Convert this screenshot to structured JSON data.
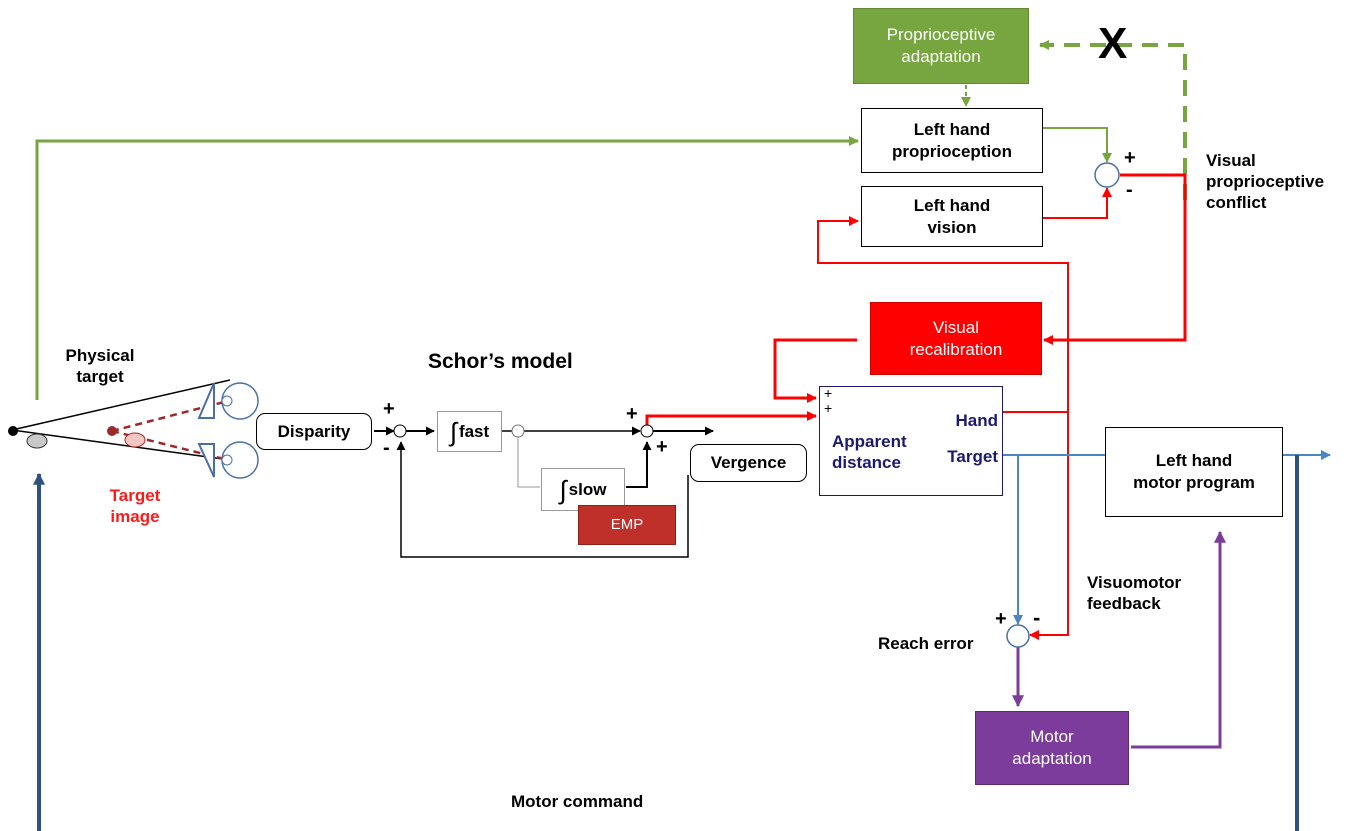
{
  "labels": {
    "physical_target": "Physical\ntarget",
    "target_image": "Target\nimage",
    "schor_model": "Schor’s model",
    "visual_proprioceptive_conflict": "Visual\nproprioceptive\nconflict",
    "visuomotor_feedback": "Visuomotor\nfeedback",
    "reach_error": "Reach error",
    "motor_command": "Motor command",
    "x_mark": "X",
    "plus": "+",
    "minus": "-"
  },
  "boxes": {
    "proprioceptive_adaptation": "Proprioceptive\nadaptation",
    "left_hand_proprioception": "Left hand\nproprioception",
    "left_hand_vision": "Left hand\nvision",
    "visual_recalibration": "Visual\nrecalibration",
    "disparity": "Disparity",
    "fast": "fast",
    "slow": "slow",
    "emp": "EMP",
    "vergence": "Vergence",
    "apparent_distance": "Apparent\ndistance",
    "hand": "Hand",
    "target": "Target",
    "left_hand_motor_program": "Left hand\nmotor program",
    "motor_adaptation": "Motor\nadaptation"
  },
  "colors": {
    "green": "#77a640",
    "red": "#ff0000",
    "blue": "#4a86c5",
    "navy": "#2d5282",
    "purple": "#7c3c9c",
    "black": "#000000",
    "dark_red": "#9c2a2a"
  }
}
